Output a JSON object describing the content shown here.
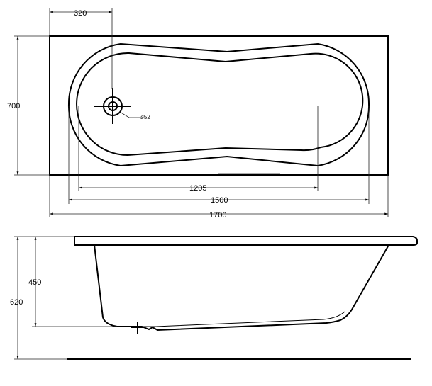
{
  "dimensions": {
    "drain_offset": "320",
    "width": "700",
    "inner_length": "1205",
    "basin_length": "1500",
    "total_length": "1700",
    "drain_diameter": "ø52",
    "depth": "450",
    "total_height": "620"
  }
}
